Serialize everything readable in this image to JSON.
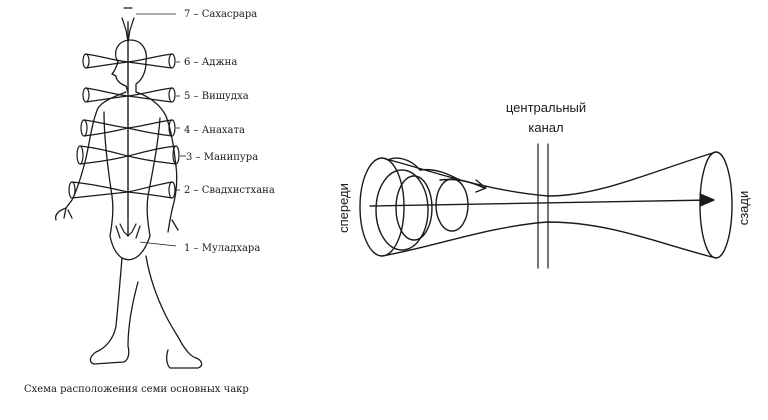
{
  "chakras": [
    {
      "label": "7 – Сахасрара"
    },
    {
      "label": "6 – Аджна"
    },
    {
      "label": "5 – Вишудха"
    },
    {
      "label": "4 – Анахата"
    },
    {
      "label": "3 – Манипура"
    },
    {
      "label": "2 – Свадхистхана"
    },
    {
      "label": "1 – Муладхара"
    }
  ],
  "left_caption": "Схема расположения семи основных чакр",
  "channel": {
    "title_line1": "центральный",
    "title_line2": "канал",
    "front_label": "спереди",
    "back_label": "сзади"
  }
}
